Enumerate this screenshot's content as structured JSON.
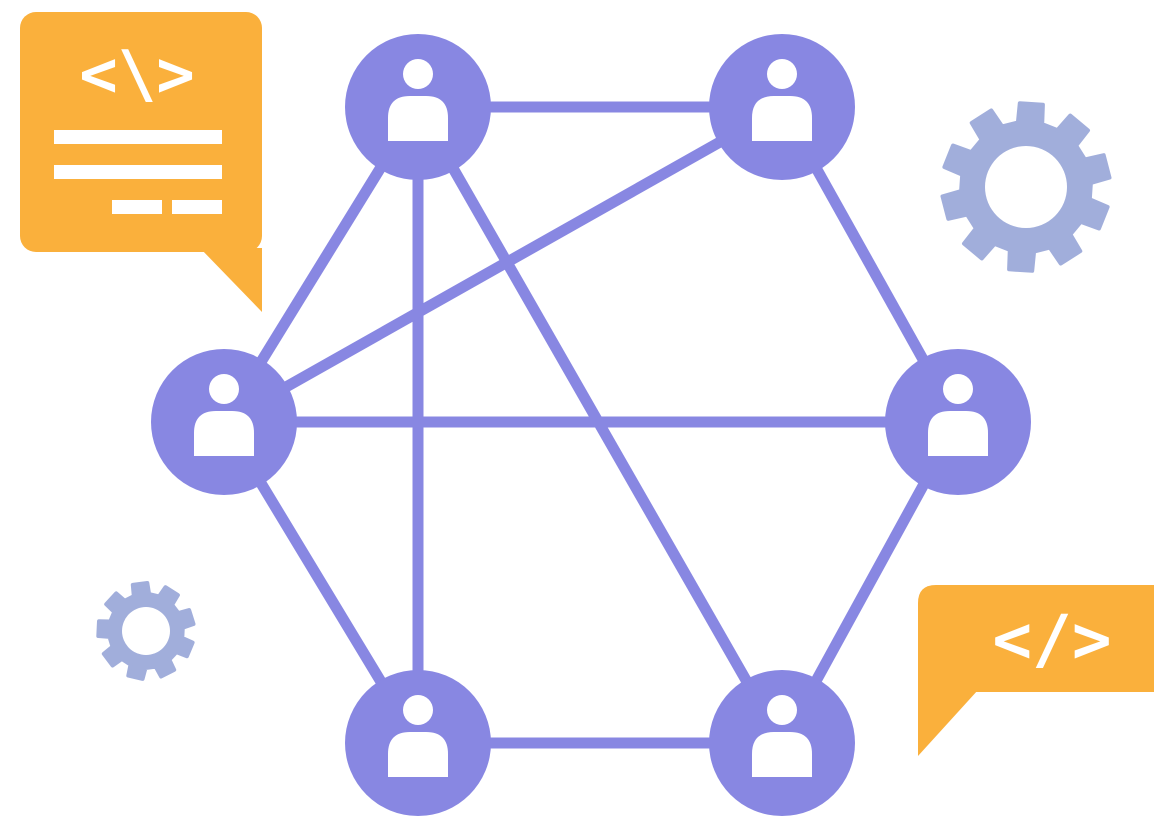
{
  "colors": {
    "node": "#8887e2",
    "edge": "#8887e2",
    "bubble": "#fab03c",
    "gear": "#a1aedb",
    "glyph": "#ffffff",
    "background": "#ffffff"
  },
  "nodes": [
    {
      "id": "top-left",
      "icon": "user-icon"
    },
    {
      "id": "top-right",
      "icon": "user-icon"
    },
    {
      "id": "mid-left",
      "icon": "user-icon"
    },
    {
      "id": "mid-right",
      "icon": "user-icon"
    },
    {
      "id": "bottom-left",
      "icon": "user-icon"
    },
    {
      "id": "bottom-right",
      "icon": "user-icon"
    }
  ],
  "edges": [
    [
      "top-left",
      "top-right"
    ],
    [
      "top-left",
      "mid-left"
    ],
    [
      "top-left",
      "bottom-left"
    ],
    [
      "top-left",
      "bottom-right"
    ],
    [
      "top-right",
      "mid-left"
    ],
    [
      "top-right",
      "mid-right"
    ],
    [
      "mid-left",
      "mid-right"
    ],
    [
      "mid-left",
      "bottom-left"
    ],
    [
      "mid-right",
      "bottom-right"
    ],
    [
      "bottom-left",
      "bottom-right"
    ]
  ],
  "bubbles": {
    "top": {
      "code_label": "<\\>",
      "icon": "code-snippet-icon"
    },
    "bottom": {
      "code_label": "</>",
      "icon": "code-tag-icon"
    }
  },
  "gears": [
    {
      "id": "large",
      "icon": "gear-icon"
    },
    {
      "id": "small",
      "icon": "gear-icon"
    }
  ]
}
